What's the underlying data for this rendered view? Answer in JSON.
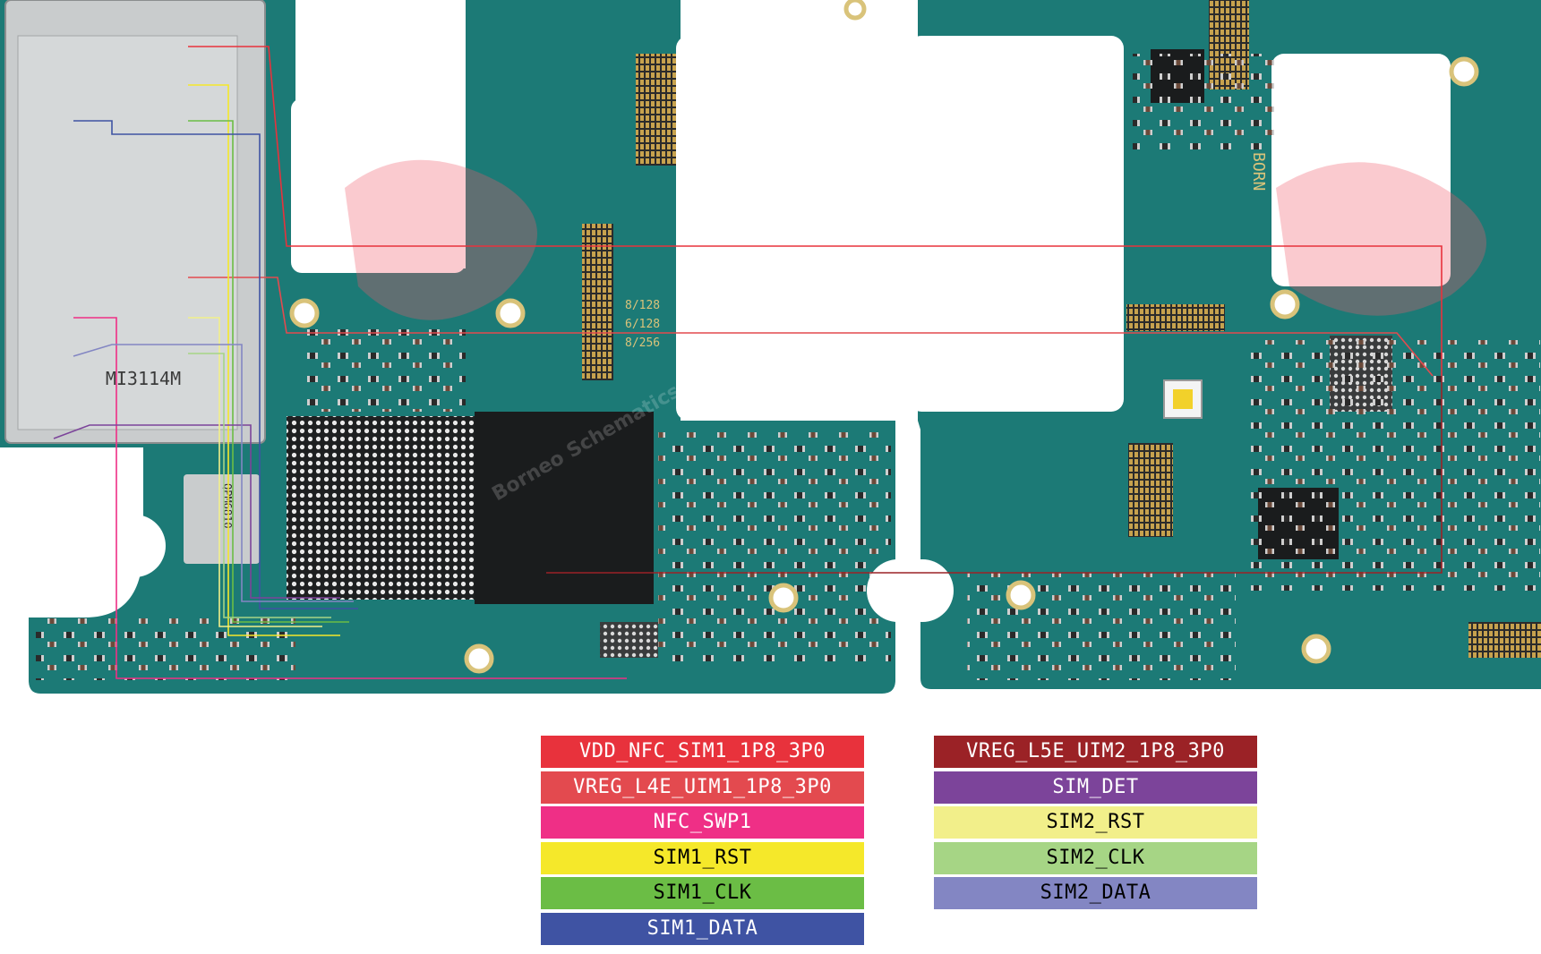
{
  "board": {
    "silk_markings": {
      "memory_variants": [
        "8/128",
        "6/128",
        "8/256"
      ],
      "brand_vertical": "BORN",
      "pmic_chip_code": "QPM6810",
      "sim_socket_code": "MI3114M",
      "logo_text": "Borneo Schematics"
    }
  },
  "legend": {
    "left": [
      {
        "label": "VDD_NFC_SIM1_1P8_3P0",
        "color": "#e8323c",
        "text_color": "#ffffff"
      },
      {
        "label": "VREG_L4E_UIM1_1P8_3P0",
        "color": "#e34a4f",
        "text_color": "#ffffff"
      },
      {
        "label": "NFC_SWP1",
        "color": "#ef2f86",
        "text_color": "#ffffff"
      },
      {
        "label": "SIM1_RST",
        "color": "#f5e82a",
        "text_color": "#000000"
      },
      {
        "label": "SIM1_CLK",
        "color": "#6bbd45",
        "text_color": "#000000"
      },
      {
        "label": "SIM1_DATA",
        "color": "#3f53a3",
        "text_color": "#ffffff"
      }
    ],
    "right": [
      {
        "label": "VREG_L5E_UIM2_1P8_3P0",
        "color": "#9b2226",
        "text_color": "#ffffff"
      },
      {
        "label": "SIM_DET",
        "color": "#7c449a",
        "text_color": "#ffffff"
      },
      {
        "label": "SIM2_RST",
        "color": "#f2ef8a",
        "text_color": "#000000"
      },
      {
        "label": "SIM2_CLK",
        "color": "#a6d585",
        "text_color": "#000000"
      },
      {
        "label": "SIM2_DATA",
        "color": "#8386c3",
        "text_color": "#000000"
      }
    ]
  },
  "colors": {
    "pcb": "#1c7a76",
    "pcb_dark": "#125956",
    "pad": "#d9c37a",
    "chip": "#1a1c1d",
    "shield": "#c9cccd",
    "trace_red": "#e8323c"
  }
}
